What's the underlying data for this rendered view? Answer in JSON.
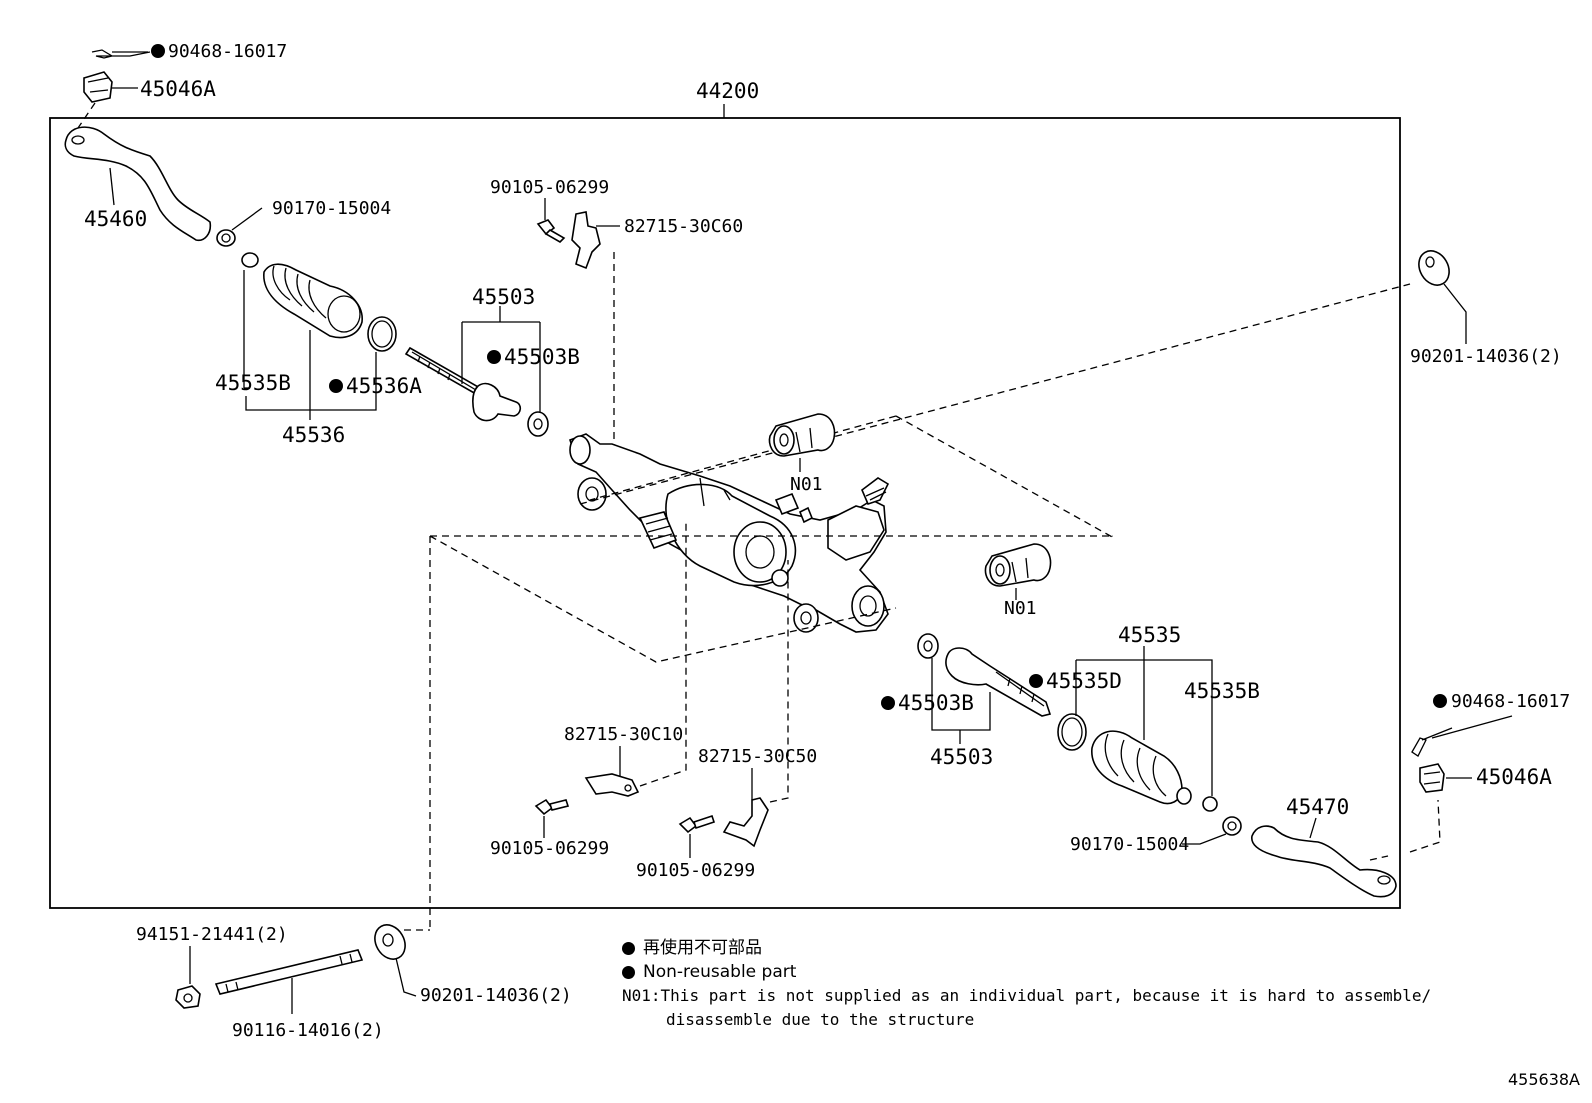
{
  "assembly": {
    "number": "44200"
  },
  "labels": [
    {
      "id": "lbl-top-clip",
      "text": "90468-16017",
      "nonreusable": true
    },
    {
      "id": "lbl-top-nut",
      "text": "45046A",
      "nonreusable": false
    },
    {
      "id": "lbl-tie-rod-end-left",
      "text": "45460",
      "nonreusable": false
    },
    {
      "id": "lbl-clamp-left",
      "text": "90170-15004",
      "nonreusable": false
    },
    {
      "id": "lbl-bolt-top",
      "text": "90105-06299",
      "nonreusable": false
    },
    {
      "id": "lbl-bracket-top",
      "text": "82715-30C60",
      "nonreusable": false
    },
    {
      "id": "lbl-rack-end-left",
      "text": "45503",
      "nonreusable": false
    },
    {
      "id": "lbl-washer-left",
      "text": "45503B",
      "nonreusable": true
    },
    {
      "id": "lbl-clip-left",
      "text": "45535B",
      "nonreusable": false
    },
    {
      "id": "lbl-boot-clamp-left",
      "text": "45536A",
      "nonreusable": true
    },
    {
      "id": "lbl-boot-left",
      "text": "45536",
      "nonreusable": false
    },
    {
      "id": "lbl-grommet-upper",
      "text": "N01",
      "nonreusable": false
    },
    {
      "id": "lbl-grommet-lower",
      "text": "N01",
      "nonreusable": false
    },
    {
      "id": "lbl-washer-right-top",
      "text": "90201-14036(2)",
      "nonreusable": false
    },
    {
      "id": "lbl-boot-right",
      "text": "45535",
      "nonreusable": false
    },
    {
      "id": "lbl-boot-clamp-right",
      "text": "45535D",
      "nonreusable": true
    },
    {
      "id": "lbl-clip-right",
      "text": "45535B",
      "nonreusable": false
    },
    {
      "id": "lbl-washer-right",
      "text": "45503B",
      "nonreusable": true
    },
    {
      "id": "lbl-rack-end-right",
      "text": "45503",
      "nonreusable": false
    },
    {
      "id": "lbl-bottom-clip",
      "text": "90468-16017",
      "nonreusable": true
    },
    {
      "id": "lbl-bottom-nut",
      "text": "45046A",
      "nonreusable": false
    },
    {
      "id": "lbl-tie-rod-end-right",
      "text": "45470",
      "nonreusable": false
    },
    {
      "id": "lbl-clamp-right",
      "text": "90170-15004",
      "nonreusable": false
    },
    {
      "id": "lbl-bracket-mid-left",
      "text": "82715-30C10",
      "nonreusable": false
    },
    {
      "id": "lbl-bracket-mid-right",
      "text": "82715-30C50",
      "nonreusable": false
    },
    {
      "id": "lbl-bolt-mid-left",
      "text": "90105-06299",
      "nonreusable": false
    },
    {
      "id": "lbl-bolt-mid-right",
      "text": "90105-06299",
      "nonreusable": false
    },
    {
      "id": "lbl-nut-bottom",
      "text": "94151-21441(2)",
      "nonreusable": false
    },
    {
      "id": "lbl-bolt-long",
      "text": "90116-14016(2)",
      "nonreusable": false
    },
    {
      "id": "lbl-washer-bottom",
      "text": "90201-14036(2)",
      "nonreusable": false
    }
  ],
  "legend": {
    "jp": "再使用不可部品",
    "en": "Non-reusable part",
    "note_code": "N01",
    "note_line1": ":This part is not supplied as an individual part, because it is hard to assemble/",
    "note_line2": "disassemble due to the structure"
  },
  "figure_ref": "455638A"
}
